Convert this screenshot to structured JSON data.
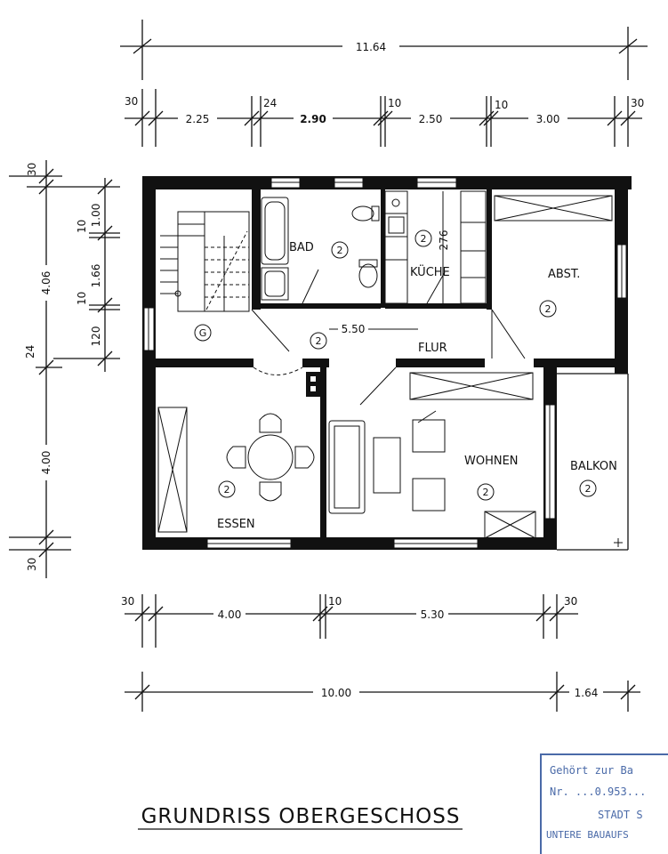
{
  "title": "GRUNDRISS OBERGESCHOSS",
  "rooms": {
    "bad": "BAD",
    "kueche": "KÜCHE",
    "abst": "ABST.",
    "flur": "FLUR",
    "essen": "ESSEN",
    "wohnen": "WOHNEN",
    "balkon": "BALKON",
    "g": "G",
    "floor_marker": "2"
  },
  "dimensions": {
    "top_total": "11.64",
    "top_30a": "30",
    "top_225": "2.25",
    "top_24": "24",
    "top_290": "2.90",
    "top_10a": "10",
    "top_250": "2.50",
    "top_10b": "10",
    "top_300": "3.00",
    "top_30b": "30",
    "left_30": "30",
    "left_100": "1.00",
    "left_10a": "10",
    "left_166": "1.66",
    "left_10b": "10",
    "left_406": "4.06",
    "left_120": "120",
    "left_24": "24",
    "left_400": "4.00",
    "left_30b": "30",
    "kitchen_276": "276",
    "flur_550": "5.50",
    "bottom_30a": "30",
    "bottom_400": "4.00",
    "bottom_10": "10",
    "bottom_530": "5.30",
    "bottom_30b": "30",
    "bottom_1000": "10.00",
    "bottom_164": "1.64"
  },
  "stamp": {
    "line1": "Gehört zur Ba",
    "line2": "Nr. ...0.953...",
    "line3": "STADT S",
    "line4": "UNTERE BAUAUFS"
  }
}
